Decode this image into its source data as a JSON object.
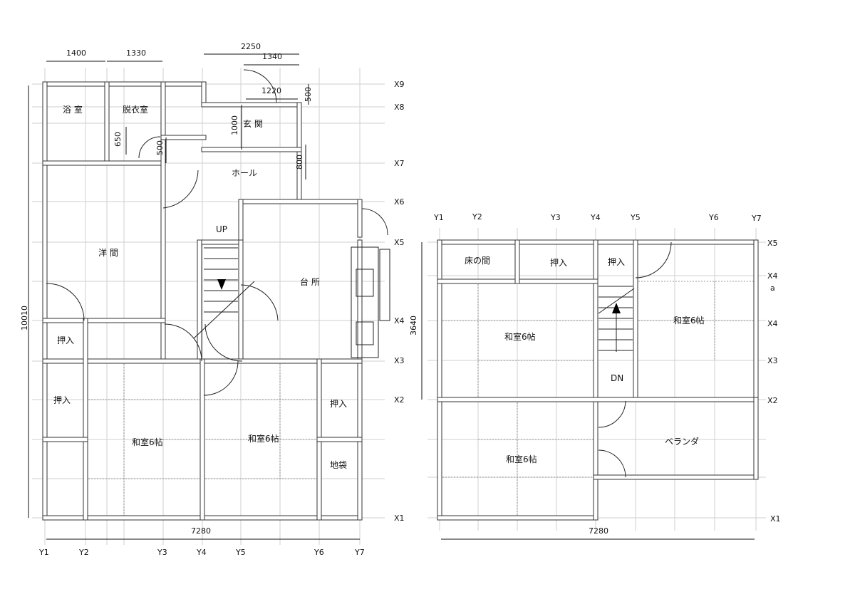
{
  "floor1": {
    "rooms": {
      "bath": "浴 室",
      "dressing": "脱衣室",
      "entrance": "玄 関",
      "hall": "ホール",
      "western": "洋 間",
      "kitchen": "台 所",
      "closet_a": "押入",
      "closet_b": "押入",
      "closet_c": "押入",
      "washitsu_a": "和室6帖",
      "washitsu_b": "和室6帖",
      "jibukuro": "地袋",
      "stairs_up": "UP"
    },
    "dimensions": {
      "d1400": "1400",
      "d1330": "1330",
      "d2250": "2250",
      "d1340": "1340",
      "d1220": "1220",
      "d500a": "500",
      "d1000": "1000",
      "d650": "650",
      "d500b": "500",
      "d800": "800",
      "d10010": "10010",
      "d7280": "7280"
    },
    "x_axes": [
      "X9",
      "X8",
      "X7",
      "X6",
      "X5",
      "X4",
      "X3",
      "X2",
      "X1"
    ],
    "y_axes": [
      "Y1",
      "Y2",
      "Y3",
      "Y4",
      "Y5",
      "Y6",
      "Y7"
    ]
  },
  "floor2": {
    "rooms": {
      "tokonoma": "床の間",
      "closet_a": "押入",
      "closet_b": "押入",
      "washitsu_a": "和室6帖",
      "washitsu_b": "和室6帖",
      "washitsu_c": "和室6帖",
      "veranda": "ベランダ",
      "stairs_dn": "DN"
    },
    "dimensions": {
      "d3640": "3640",
      "d7280": "7280"
    },
    "x_axes": [
      "X5",
      "X4",
      "a",
      "X4",
      "X3",
      "X2",
      "X1"
    ],
    "y_axes": [
      "Y1",
      "Y2",
      "Y3",
      "Y4",
      "Y5",
      "Y6",
      "Y7"
    ]
  }
}
